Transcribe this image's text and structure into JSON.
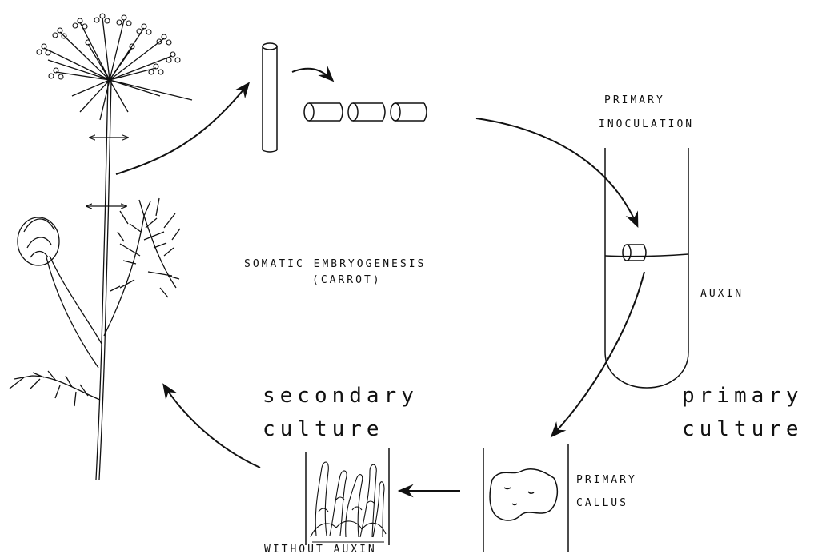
{
  "diagram": {
    "title": "SOMATIC EMBRYOGENESIS",
    "subtitle": "(CARROT)",
    "primary_inoculation": [
      "PRIMARY",
      "INOCULATION"
    ],
    "auxin": "AUXIN",
    "primary_culture": [
      "primary",
      "culture"
    ],
    "primary_callus": [
      "PRIMARY",
      "CALLUS"
    ],
    "secondary_culture": [
      "secondary",
      "culture"
    ],
    "without_auxin": "WITHOUT AUXIN"
  }
}
